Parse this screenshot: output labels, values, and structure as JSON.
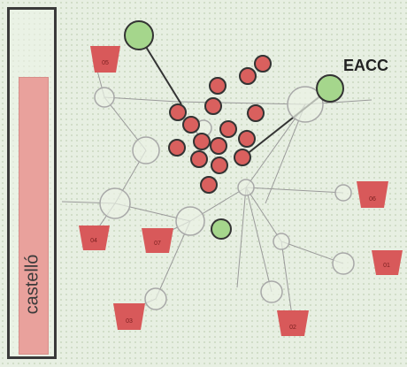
{
  "sidebar": {
    "label": "castelló"
  },
  "eacc_label": "EACC",
  "pots": [
    {
      "label": "05"
    },
    {
      "label": "04"
    },
    {
      "label": "07"
    },
    {
      "label": "06"
    },
    {
      "label": "01"
    },
    {
      "label": "03"
    },
    {
      "label": "02"
    }
  ],
  "colors": {
    "red_node": "#d9605e",
    "green_node": "#a5d68c",
    "pot": "#d8595a",
    "bar": "#e9a19c",
    "line": "#9a9a9a"
  }
}
